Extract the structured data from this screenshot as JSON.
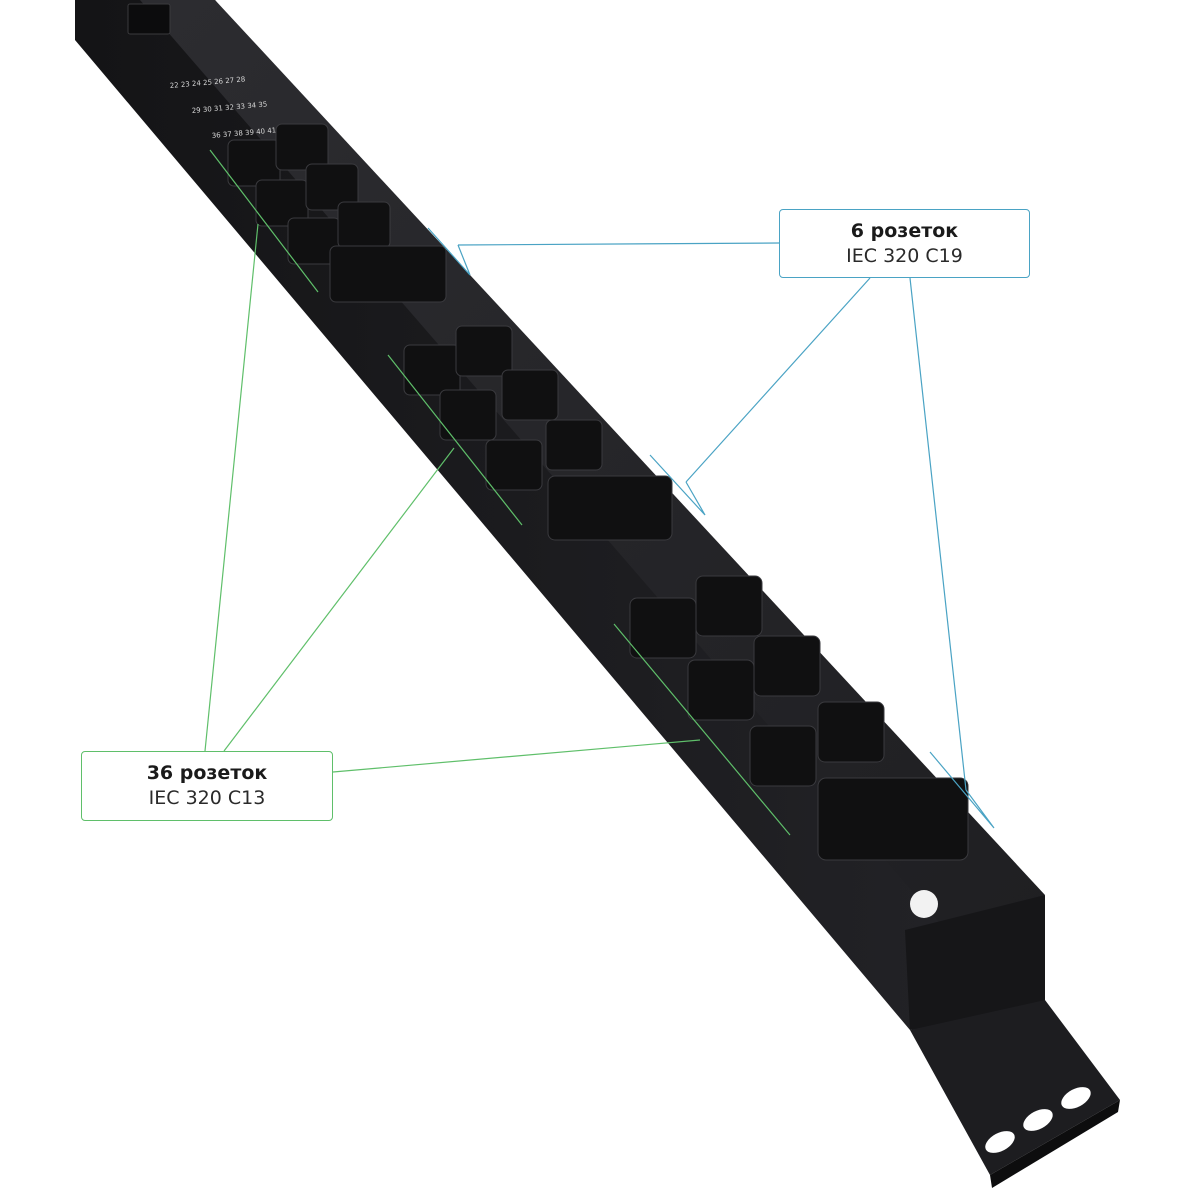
{
  "callouts": {
    "c19": {
      "count": "6 розеток",
      "model": "IEC 320 C19"
    },
    "c13": {
      "count": "36 розеток",
      "model": "IEC 320 C13"
    }
  },
  "panel_labels": {
    "row1": "22 23 24 25 26 27 28",
    "row2": "29 30 31 32 33 34 35",
    "row3": "36 37 38 39 40 41 42"
  },
  "colors": {
    "pdu_body": "#1c1c1e",
    "pdu_face": "#2a2a2d",
    "c19_leader": "#4aa3c4",
    "c13_leader": "#5fbf6a",
    "outlet": "#0f0f10"
  }
}
